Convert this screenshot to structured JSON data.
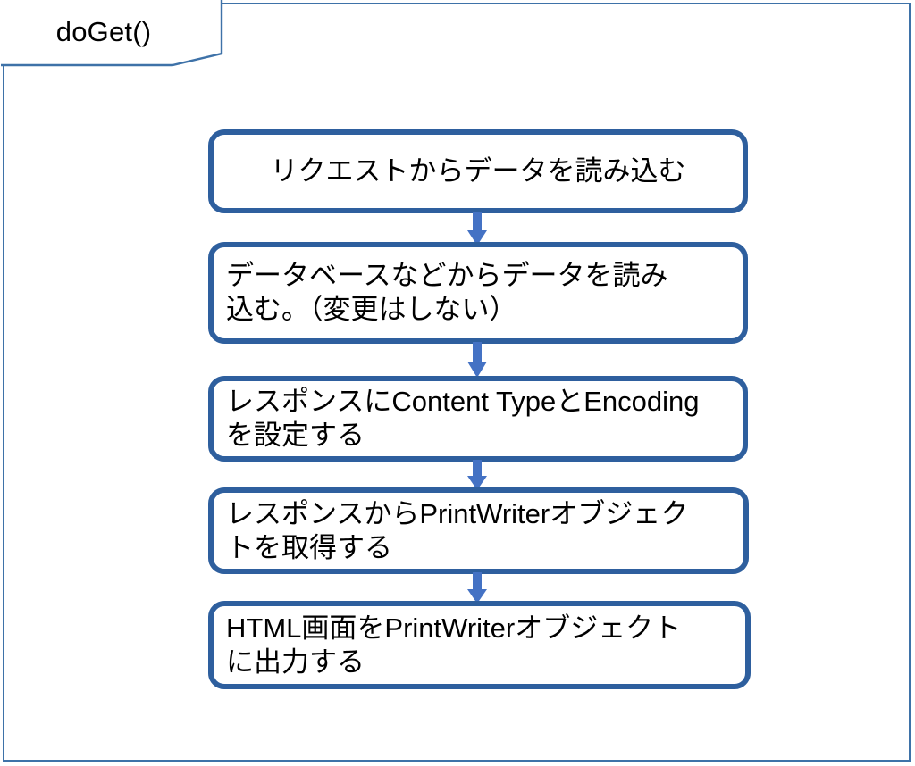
{
  "diagram": {
    "title_tab": {
      "label": "doGet()"
    },
    "colors": {
      "frame_border": "#3e72a8",
      "box_border": "#2e5f9e",
      "box_fill": "#ffffff",
      "arrow": "#4472c4",
      "text": "#000000",
      "background": "#ffffff"
    },
    "steps": [
      {
        "id": "step-1",
        "text": "リクエストからデータを読み込む",
        "align": "center"
      },
      {
        "id": "step-2",
        "text": "データベースなどからデータを読み\n込む。（変更はしない）",
        "align": "left"
      },
      {
        "id": "step-3",
        "text": "レスポンスにContent TypeとEncoding\nを設定する",
        "align": "left"
      },
      {
        "id": "step-4",
        "text": "レスポンスからPrintWriterオブジェク\nトを取得する",
        "align": "left"
      },
      {
        "id": "step-5",
        "text": "HTML画面をPrintWriterオブジェクト\nに出力する",
        "align": "left"
      }
    ],
    "connectors": [
      {
        "id": "connector-1",
        "from": "step-1",
        "to": "step-2",
        "direction": "down"
      },
      {
        "id": "connector-2",
        "from": "step-2",
        "to": "step-3",
        "direction": "down"
      },
      {
        "id": "connector-3",
        "from": "step-3",
        "to": "step-4",
        "direction": "down"
      },
      {
        "id": "connector-4",
        "from": "step-4",
        "to": "step-5",
        "direction": "down"
      }
    ]
  }
}
